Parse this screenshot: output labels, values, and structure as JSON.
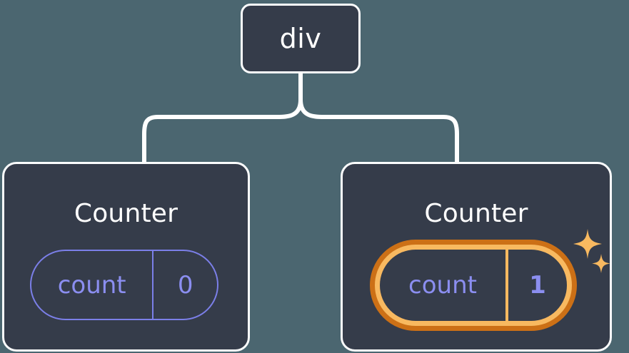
{
  "diagram": {
    "title": "react-component-tree-state-update",
    "background_color": "#4b6670",
    "node_fill_color": "#353c4a",
    "node_border_color": "#fbfcfd",
    "connector_color": "#ffffff",
    "state_accent_color": "#8b8ef0",
    "highlight_outer_color": "#cc7016",
    "highlight_inner_color": "#f8b960"
  },
  "root": {
    "label": "div"
  },
  "children": [
    {
      "label": "Counter",
      "state": {
        "key": "count",
        "value": "0",
        "highlighted": false
      }
    },
    {
      "label": "Counter",
      "state": {
        "key": "count",
        "value": "1",
        "highlighted": true
      },
      "decoration": {
        "icon": "sparkles-icon",
        "color": "#f8b960"
      }
    }
  ]
}
